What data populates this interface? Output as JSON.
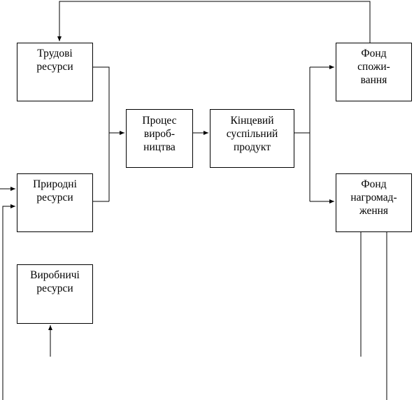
{
  "diagram": {
    "boxes": {
      "labor": "Трудові\nресурси",
      "natural": "Природні\nресурси",
      "production": "Виробничі\nресурси",
      "process": "Процес\nвироб-\nництва",
      "final_product": "Кінцевий\nсуспільний\nпродукт",
      "consumption_fund": "Фонд\nспожи-\nвання",
      "accumulation_fund": "Фонд\nнагромад-\nження"
    },
    "line_color": "#000000"
  }
}
